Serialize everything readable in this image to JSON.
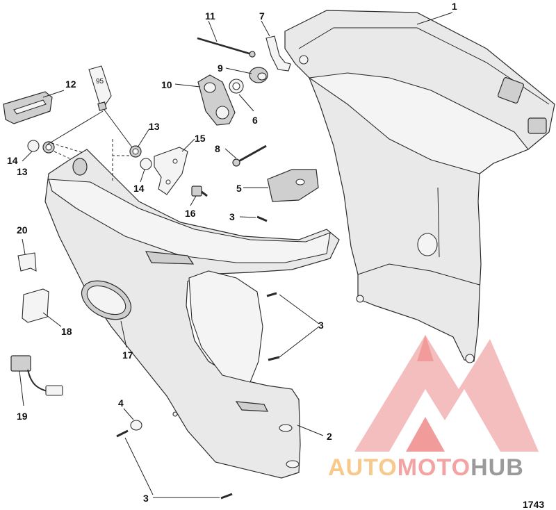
{
  "figure_number": "1743",
  "tube_label": "95",
  "callouts": [
    "1",
    "2",
    "3",
    "3",
    "3",
    "3",
    "4",
    "5",
    "6",
    "7",
    "8",
    "9",
    "10",
    "11",
    "12",
    "13",
    "13",
    "14",
    "14",
    "15",
    "16",
    "17",
    "18",
    "19",
    "20"
  ],
  "watermark": {
    "part1": "AUTO",
    "part2": "MOTO",
    "part3": "HUB",
    "colors": {
      "logo": "#f08a8a",
      "auto": "#f7c98b",
      "moto": "#f4a3a3",
      "hub": "#9a9a9a"
    }
  }
}
